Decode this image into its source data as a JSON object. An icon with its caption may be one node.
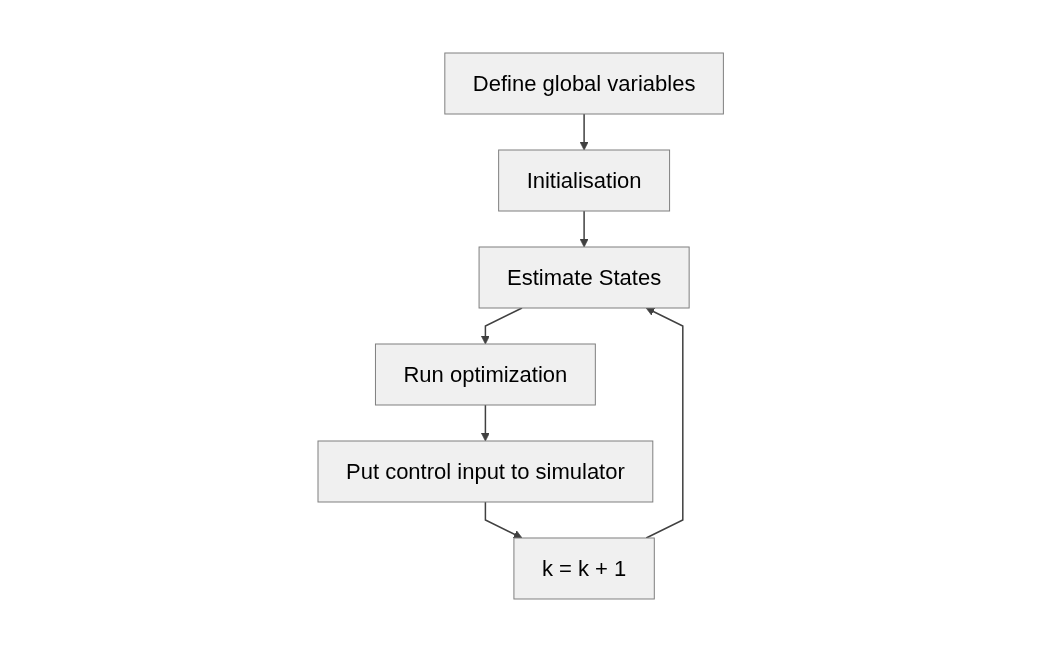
{
  "diagram": {
    "nodes": [
      {
        "text": [
          "Define global variables"
        ]
      },
      {
        "text": [
          "Initialisation"
        ]
      },
      {
        "text": [
          "Estimate States"
        ]
      },
      {
        "text": [
          "Run optimization"
        ]
      },
      {
        "text": [
          "Put control input to simulator"
        ]
      },
      {
        "text": [
          "k = k + 1"
        ]
      }
    ],
    "edges": [
      {
        "from": 0,
        "to": 1,
        "arrow": "to"
      },
      {
        "from": 1,
        "to": 2,
        "arrow": "to"
      },
      {
        "from": 2,
        "to": 3,
        "arrow": "to"
      },
      {
        "from": 3,
        "to": 4,
        "arrow": "to"
      },
      {
        "from": 4,
        "to": 5,
        "arrow": "to"
      },
      {
        "from": 5,
        "to": 2,
        "arrow": "to"
      }
    ]
  }
}
